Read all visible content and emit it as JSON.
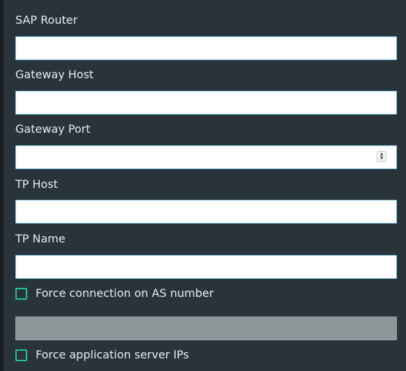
{
  "fields": {
    "sap_router": {
      "label": "SAP Router",
      "value": ""
    },
    "gateway_host": {
      "label": "Gateway Host",
      "value": ""
    },
    "gateway_port": {
      "label": "Gateway Port",
      "value": ""
    },
    "tp_host": {
      "label": "TP Host",
      "value": ""
    },
    "tp_name": {
      "label": "TP Name",
      "value": ""
    },
    "as_number": {
      "value": ""
    }
  },
  "checkboxes": {
    "force_as_number": {
      "label": "Force connection on AS number",
      "checked": false
    },
    "force_app_server_ips": {
      "label": "Force application server IPs",
      "checked": false
    }
  },
  "colors": {
    "background": "#29343a",
    "input_border": "#7ec8e3",
    "checkbox_accent": "#25c492",
    "disabled_input": "#8b9699"
  },
  "icons": {
    "stepper": "stepper-arrows-icon"
  }
}
